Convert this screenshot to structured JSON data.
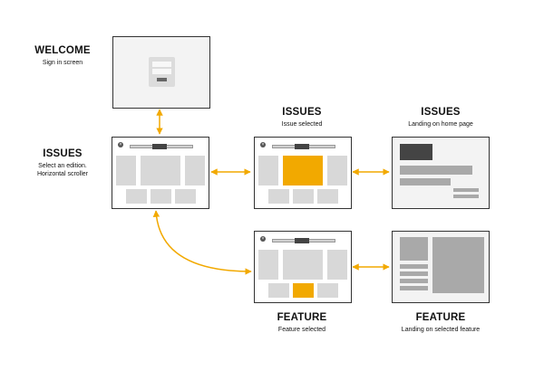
{
  "labels": {
    "welcome": {
      "title": "WELCOME",
      "sub": "Sign in screen"
    },
    "issues_left": {
      "title": "ISSUES",
      "sub_line1": "Select an edition.",
      "sub_line2": "Horizontal scroller"
    },
    "issues_selected": {
      "title": "ISSUES",
      "sub": "Issue selected"
    },
    "issues_landing": {
      "title": "ISSUES",
      "sub": "Landing on home page"
    },
    "feature_selected": {
      "title": "FEATURE",
      "sub": "Feature selected"
    },
    "feature_landing": {
      "title": "FEATURE",
      "sub": "Landing on selected feature"
    }
  },
  "colors": {
    "accent": "#f2a900",
    "frame": "#333333",
    "placeholder": "#d8d8d8",
    "dark_block": "#444444"
  },
  "icons": {
    "close": "close-x-icon"
  }
}
